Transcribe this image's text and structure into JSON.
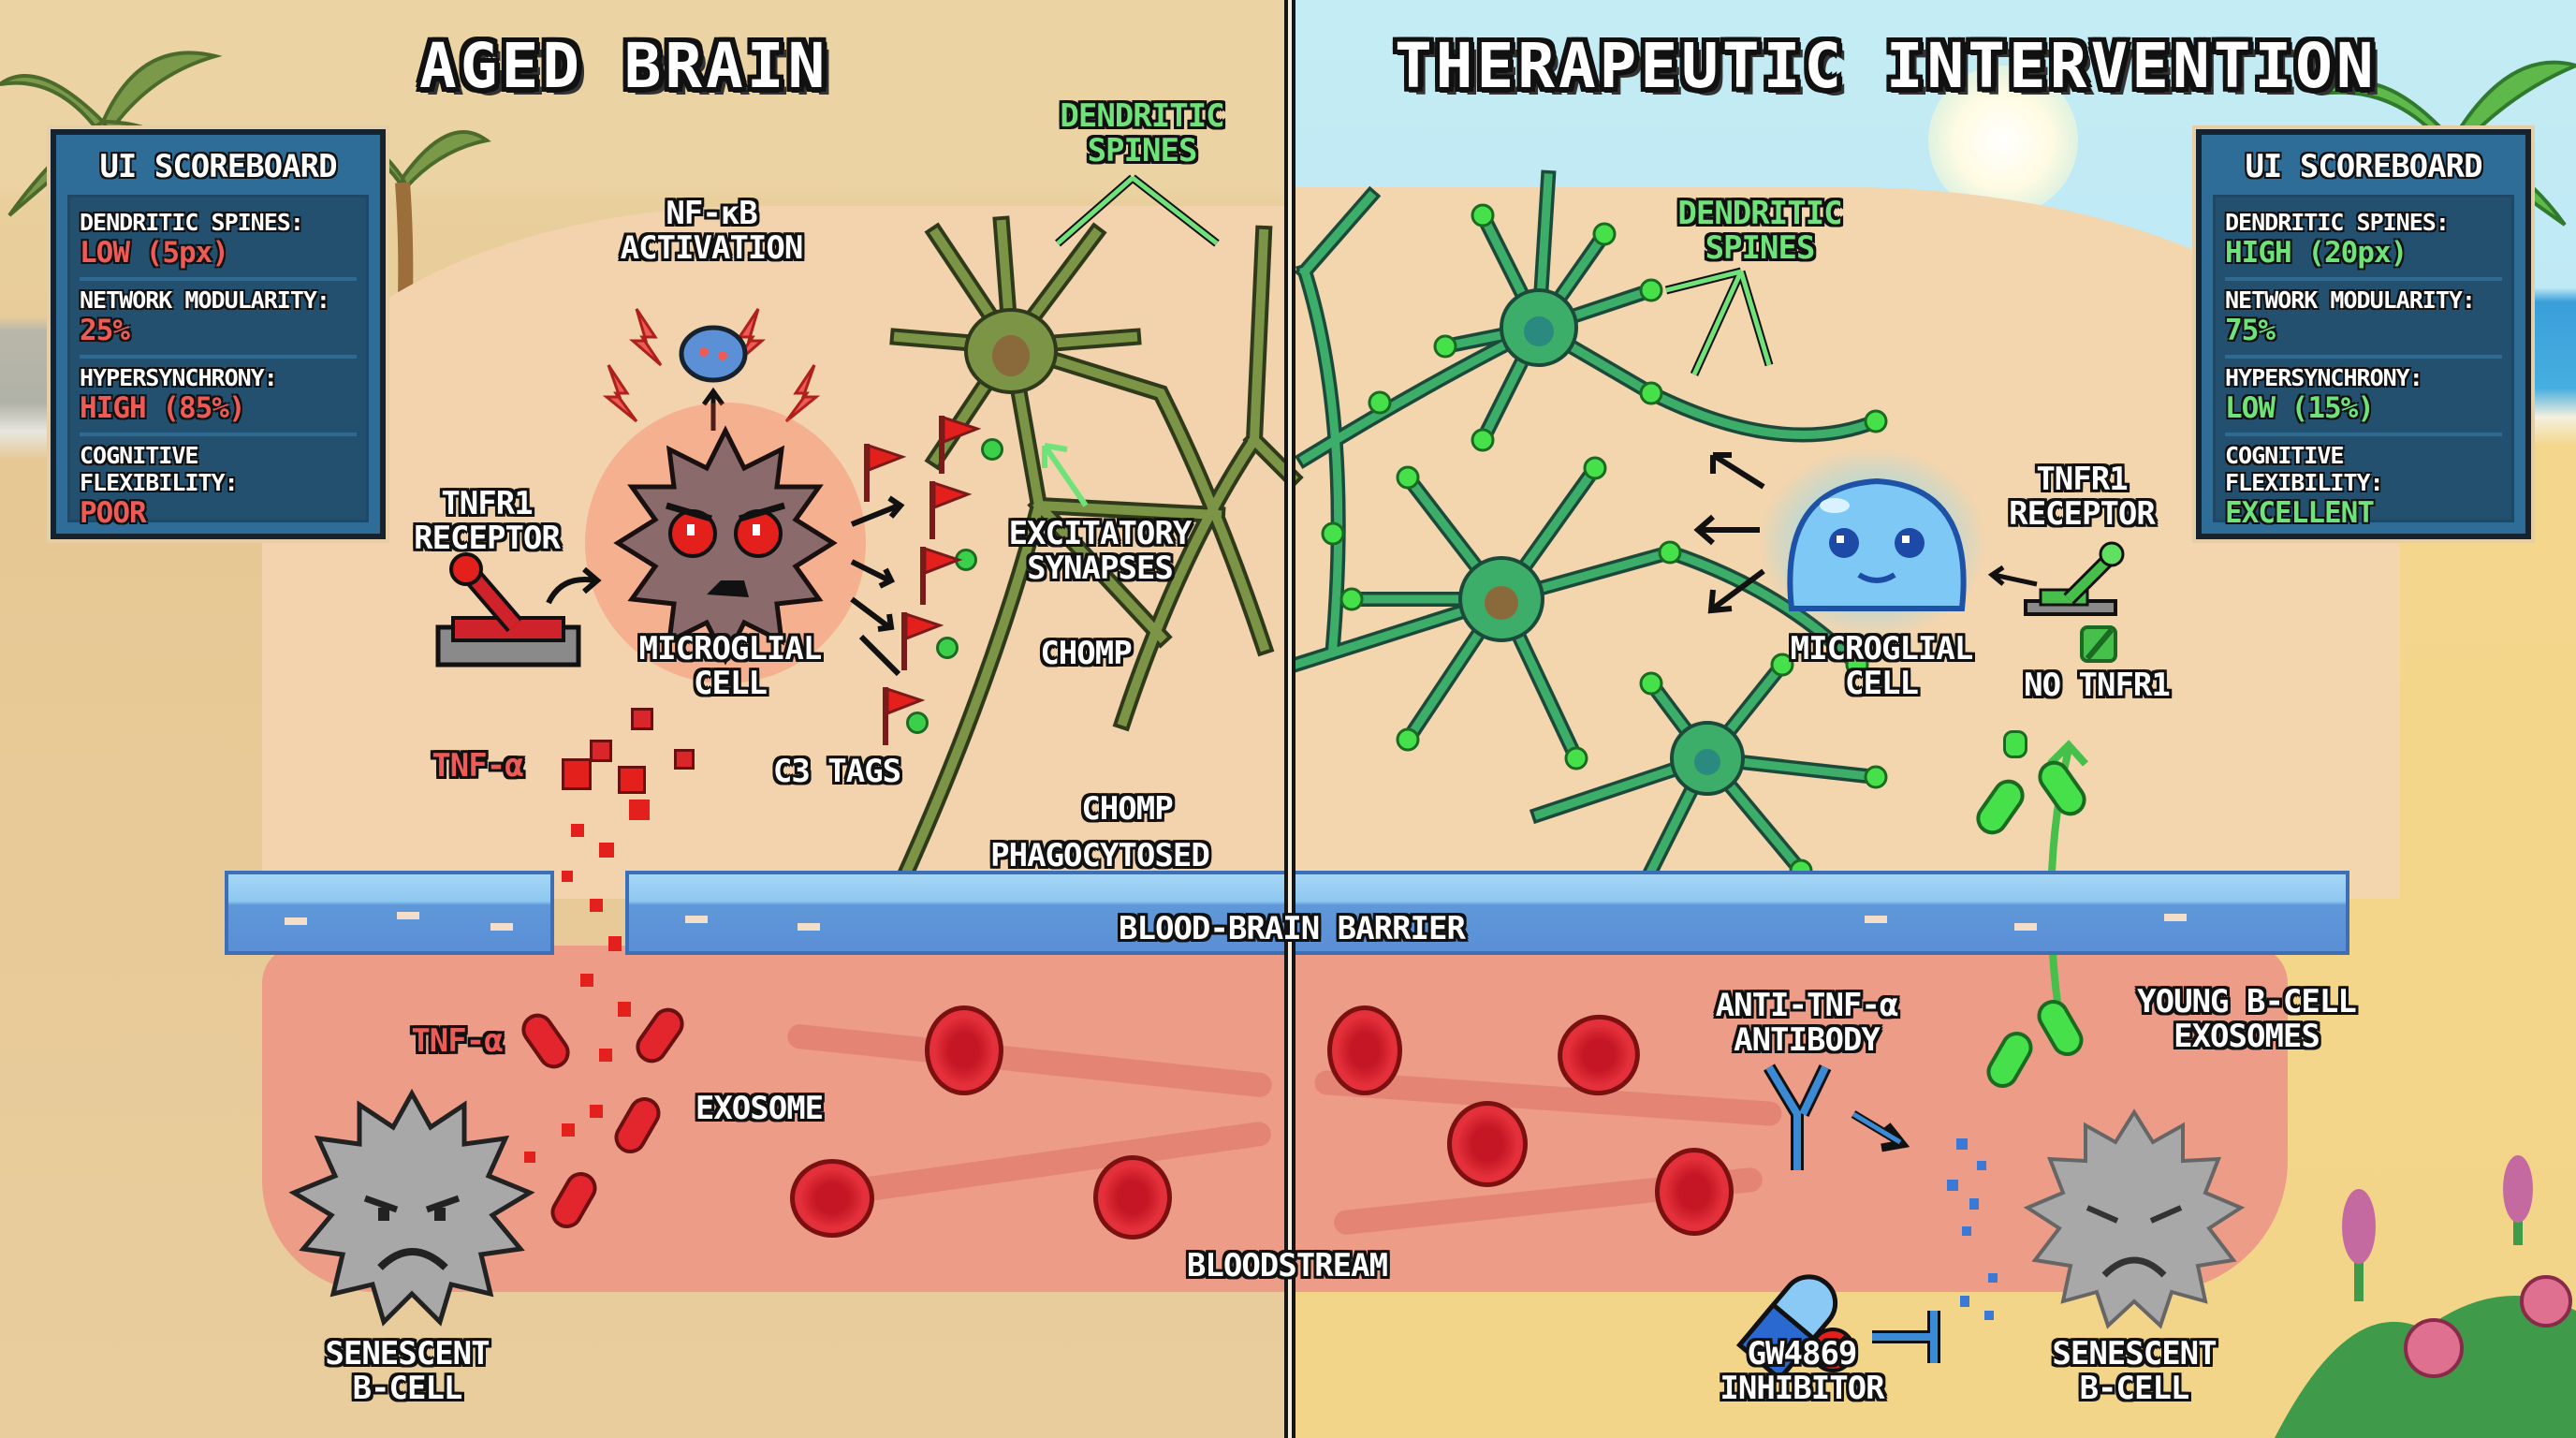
{
  "left_panel": {
    "title": "AGED BRAIN",
    "scoreboard": {
      "title": "UI SCOREBOARD",
      "rows": [
        {
          "label": "DENDRITIC SPINES:",
          "value": "LOW (5px)"
        },
        {
          "label": "NETWORK MODULARITY:",
          "value": "25%"
        },
        {
          "label": "HYPERSYNCHRONY:",
          "value": "HIGH (85%)"
        },
        {
          "label": "COGNITIVE FLEXIBILITY:",
          "value": "POOR"
        }
      ]
    },
    "labels": {
      "nfkb": "NF-κB\nACTIVATION",
      "dendritic_spines": "DENDRITIC\nSPINES",
      "tnfr1_receptor": "TNFR1\nRECEPTOR",
      "microglial_cell": "MICROGLIAL\nCELL",
      "excitatory_synapses": "EXCITATORY\nSYNAPSES",
      "chomp_1": "CHOMP",
      "chomp_2": "CHOMP",
      "phagocytosed": "PHAGOCYTOSED",
      "c3_tags": "C3 TAGS",
      "tnf_alpha_brain": "TNF-α",
      "tnf_alpha_blood": "TNF-α",
      "exosome": "EXOSOME",
      "senescent_bcell": "SENESCENT\nB-CELL"
    }
  },
  "right_panel": {
    "title": "THERAPEUTIC INTERVENTION",
    "scoreboard": {
      "title": "UI SCOREBOARD",
      "rows": [
        {
          "label": "DENDRITIC SPINES:",
          "value": "HIGH (20px)"
        },
        {
          "label": "NETWORK MODULARITY:",
          "value": "75%"
        },
        {
          "label": "HYPERSYNCHRONY:",
          "value": "LOW (15%)"
        },
        {
          "label": "COGNITIVE FLEXIBILITY:",
          "value": "EXCELLENT"
        }
      ]
    },
    "labels": {
      "dendritic_spines": "DENDRITIC\nSPINES",
      "tnfr1_receptor": "TNFR1\nRECEPTOR",
      "microglial_cell": "MICROGLIAL\nCELL",
      "no_tnfr1": "NO TNFR1",
      "anti_tnf_antibody": "ANTI-TNF-α\nANTIBODY",
      "young_bcell_exosomes": "YOUNG B-CELL\nEXOSOMES",
      "gw4869_inhibitor": "GW4869\nINHIBITOR",
      "senescent_bcell": "SENESCENT\nB-CELL"
    }
  },
  "shared": {
    "bbb_label": "BLOOD-BRAIN BARRIER",
    "bloodstream_label": "BLOODSTREAM"
  },
  "colors": {
    "bad": "#ee5a55",
    "good": "#6fe37a",
    "scoreboard_bg": "#2f6d99",
    "blood": "#ec9c87",
    "bbb": "#5b8fd6",
    "aged_neuron": "#6f8a3c",
    "healthy_neuron": "#3cae6a"
  }
}
